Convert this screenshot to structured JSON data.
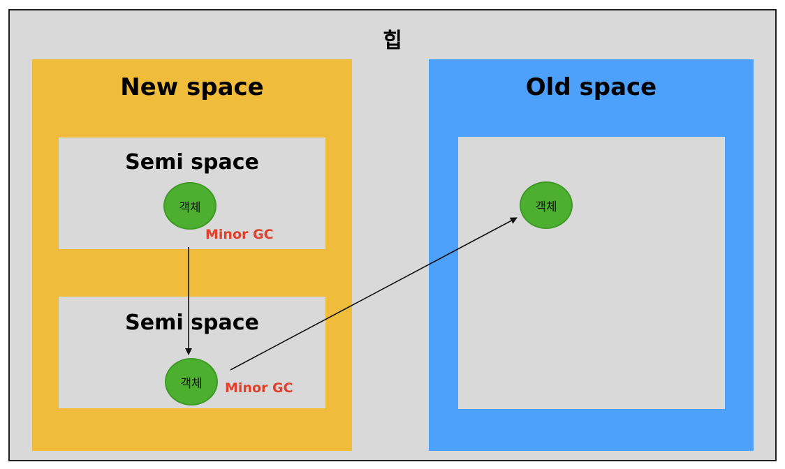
{
  "heap": {
    "title": "힙"
  },
  "new_space": {
    "title": "New space",
    "semi_spaces": [
      {
        "title": "Semi space",
        "object_label": "객체",
        "gc_label": "Minor GC"
      },
      {
        "title": "Semi space",
        "object_label": "객체",
        "gc_label": "Minor GC"
      }
    ]
  },
  "old_space": {
    "title": "Old space",
    "object_label": "객체"
  },
  "colors": {
    "heap_background": "#d9d9d9",
    "new_space": "#f0bc3c",
    "old_space": "#4ea1fb",
    "inner_space": "#d9d9d9",
    "object": "#4caf2f",
    "object_border": "#3d9a24",
    "gc_label": "#e0412c",
    "arrow": "#111111"
  }
}
